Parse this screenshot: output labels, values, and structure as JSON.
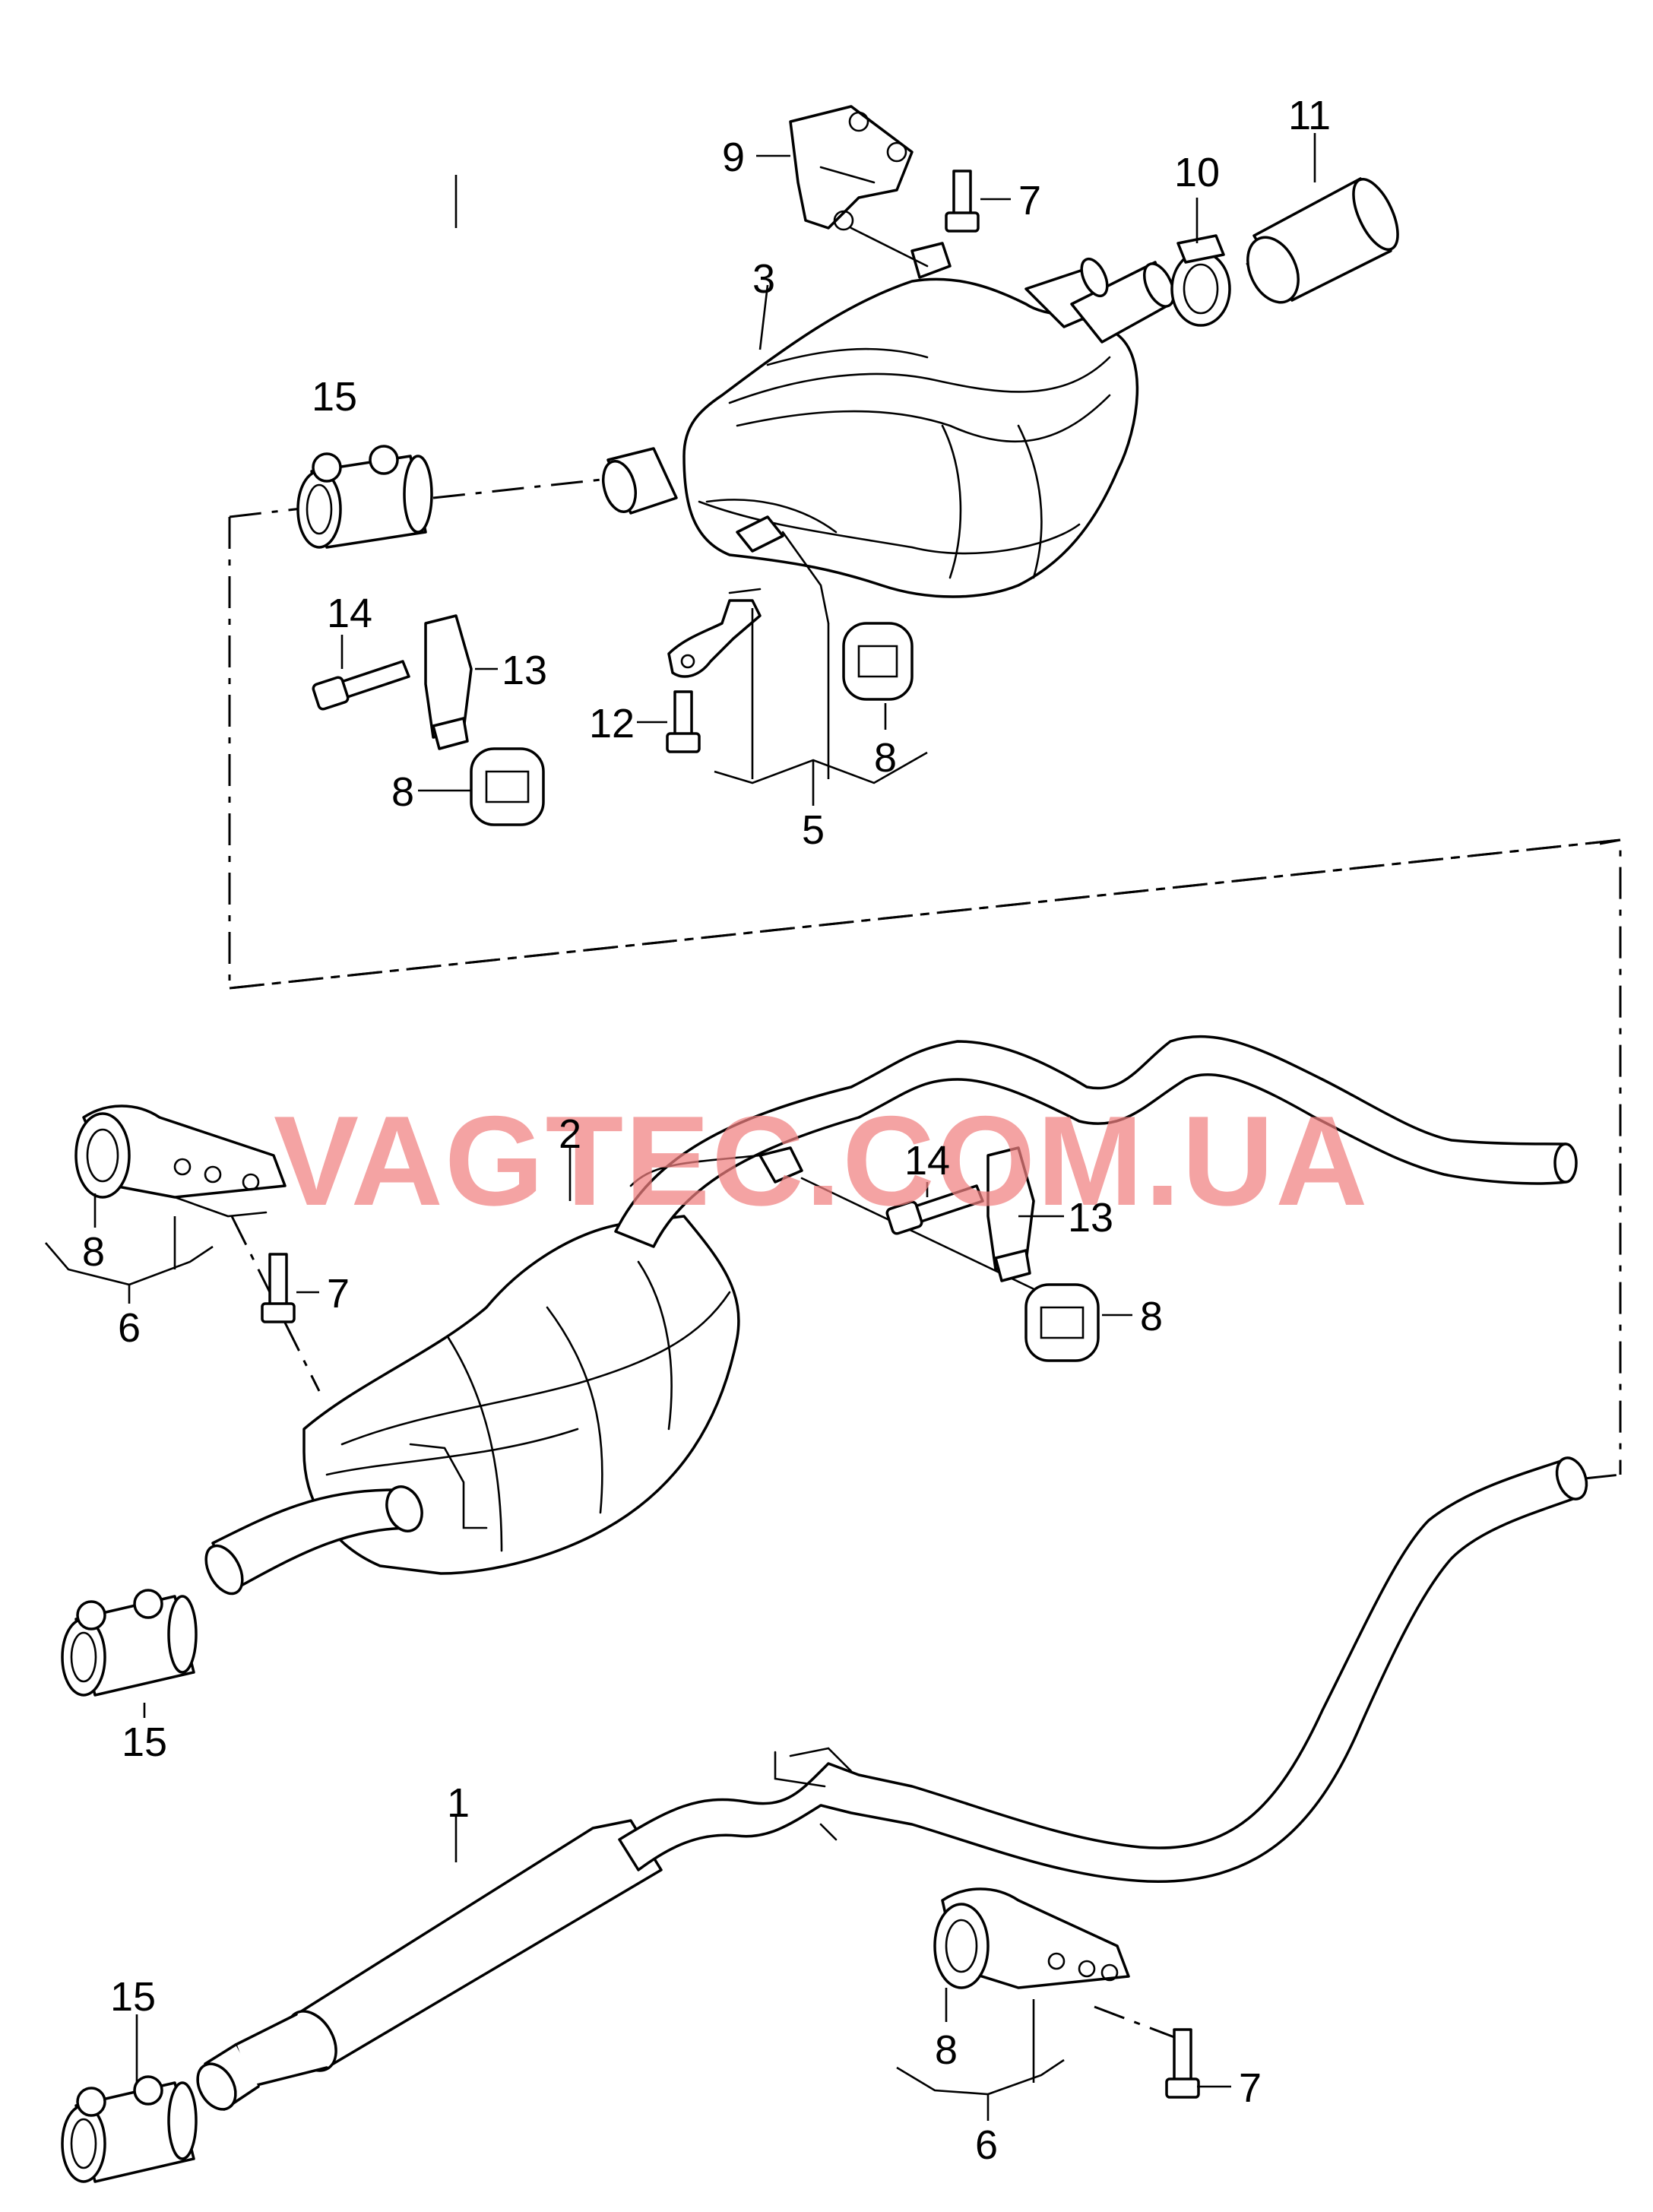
{
  "watermark": "VAGTEC.COM.UA",
  "callouts": {
    "c1": "1",
    "c2": "2",
    "c3": "3",
    "c5": "5",
    "c6a": "6",
    "c6b": "6",
    "c7a": "7",
    "c7b": "7",
    "c7c": "7",
    "c8a": "8",
    "c8b": "8",
    "c8c": "8",
    "c8d": "8",
    "c8e": "8",
    "c9": "9",
    "c10": "10",
    "c11": "11",
    "c12": "12",
    "c13a": "13",
    "c13b": "13",
    "c14a": "14",
    "c14b": "14",
    "c15a": "15",
    "c15b": "15",
    "c15c": "15"
  }
}
